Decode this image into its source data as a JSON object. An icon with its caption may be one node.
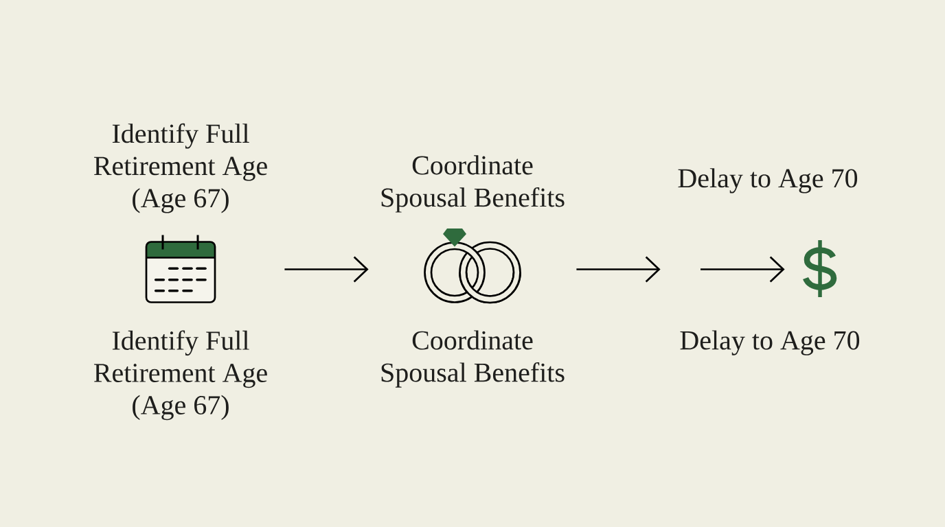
{
  "diagram": {
    "nodes": [
      {
        "text": [],
        "shape": "picture",
        "beside": [
          "Identify Full Retirement Age (Age 67)",
          "Identify Full Retirement Age (Age 67)"
        ]
      },
      {
        "text": [],
        "shape": "picture",
        "beside": [
          "Coordinate Spousal Benefits",
          "Coordinate Spousal Benefits"
        ]
      },
      {
        "text": [],
        "shape": "picture",
        "beside": [
          "Delay to Age 70",
          "Delay to Age 70"
        ]
      }
    ],
    "edges": [
      {
        "from": 0,
        "to": 1,
        "arrow": "to"
      },
      {
        "from": 1,
        "to": 2,
        "arrow": "to"
      },
      {
        "from": null,
        "to": 2,
        "arrow": "to"
      }
    ]
  }
}
